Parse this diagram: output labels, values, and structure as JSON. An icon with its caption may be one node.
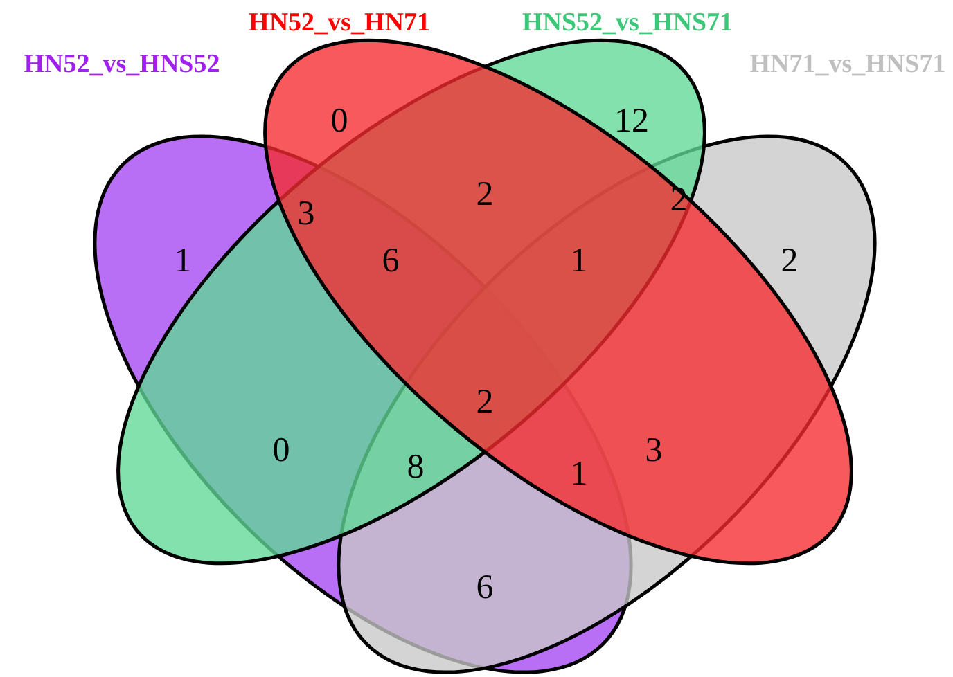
{
  "diagram": {
    "nodes": [
      {
        "text": [
          "HN52_vs_HNS52"
        ]
      },
      {
        "text": [
          "HN52_vs_HN71"
        ]
      },
      {
        "text": [
          "HNS52_vs_HNS71"
        ]
      },
      {
        "text": [
          "HN71_vs_HNS71"
        ]
      }
    ],
    "labels": [
      "0",
      "12",
      "3",
      "2",
      "2",
      "1",
      "6",
      "1",
      "2",
      "2",
      "0",
      "3",
      "8",
      "1",
      "6"
    ]
  }
}
